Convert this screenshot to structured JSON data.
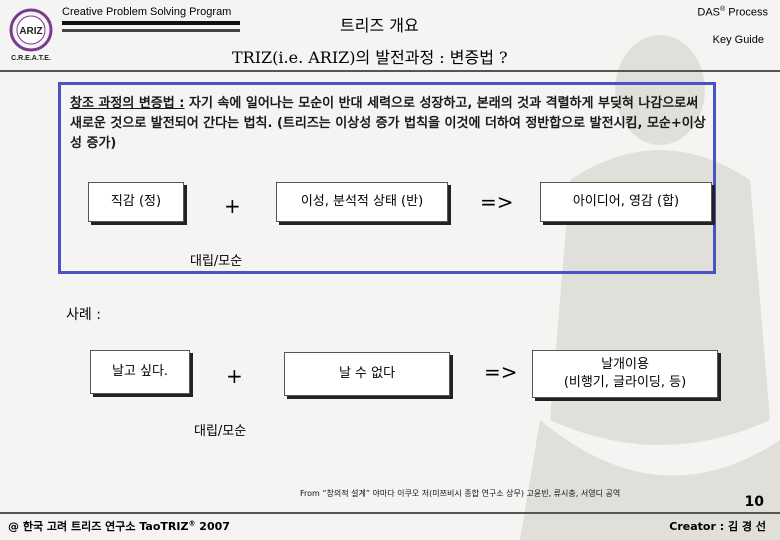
{
  "header": {
    "program": "Creative Problem Solving Program",
    "title": "트리즈 개요",
    "das": "DAS",
    "das_reg": "®",
    "process": " Process",
    "key_guide": "Key Guide",
    "subtitle": "TRIZ(i.e. ARIZ)의 발전과정 : 변증법 ?"
  },
  "logo": {
    "center": "ARIZ",
    "bottom": "C.R.E.A.T.E."
  },
  "principle": {
    "heading": "창조 과정의 변증법 :",
    "body": "자기 속에 일어나는 모순이 반대 세력으로 성장하고, 본래의 것과 격렬하게 부딪혀 나감으로써 새로운 것으로 발전되어 간다는 법칙. (트리즈는 이상성 증가 법칙을 이것에 더하여 정반합으로 발전시킴, 모순+이상성 증가)"
  },
  "formula": {
    "thesis": "직감 (정)",
    "plus": "+",
    "antithesis": "이성, 분석적 상태 (반)",
    "arrow": "=>",
    "synthesis": "아이디어, 영감 (합)",
    "conflict": "대립/모순"
  },
  "example": {
    "label": "사례 :",
    "thesis": "날고 싶다.",
    "plus": "+",
    "antithesis": "날 수 없다",
    "arrow": "=>",
    "synthesis_line1": "날개이용",
    "synthesis_line2": "(비행기, 글라이딩, 등)",
    "conflict": "대립/모순"
  },
  "source": "From “창의적 설계” 야마다 이쿠오 저(미쯔비시 종합 연구소 상무) 고윤빈, 류시충, 서영디 공역",
  "page_number": "10",
  "footer": {
    "left": "@ 한국 고려 트리즈 연구소  TaoTRIZ",
    "left_reg": "®",
    "left_year": " 2007",
    "right": "Creator : 김 경 선"
  },
  "colors": {
    "box_border": "#4a52c8",
    "background": "#f4f4f2"
  }
}
